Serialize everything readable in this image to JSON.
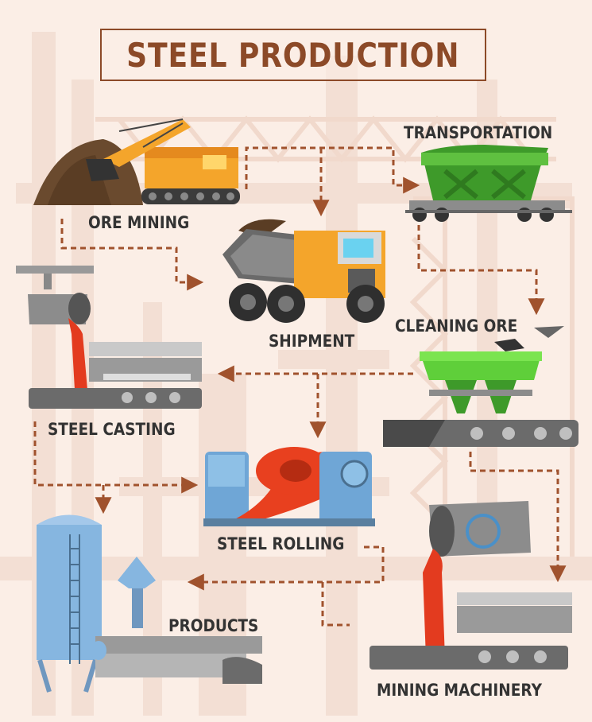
{
  "title": "STEEL PRODUCTION",
  "colors": {
    "background": "#fbeee6",
    "accent_brown": "#8c4a28",
    "arrow": "#a0522d",
    "label": "#333333",
    "silhouette": "#f1d9cc"
  },
  "steps": [
    {
      "id": "ore-mining",
      "label": "ORE MINING"
    },
    {
      "id": "transportation",
      "label": "TRANSPORTATION"
    },
    {
      "id": "shipment",
      "label": "SHIPMENT"
    },
    {
      "id": "cleaning-ore",
      "label": "CLEANING ORE"
    },
    {
      "id": "steel-casting",
      "label": "STEEL CASTING"
    },
    {
      "id": "steel-rolling",
      "label": "STEEL ROLLING"
    },
    {
      "id": "products",
      "label": "PRODUCTS"
    },
    {
      "id": "mining-machinery",
      "label": "MINING MACHINERY"
    }
  ]
}
